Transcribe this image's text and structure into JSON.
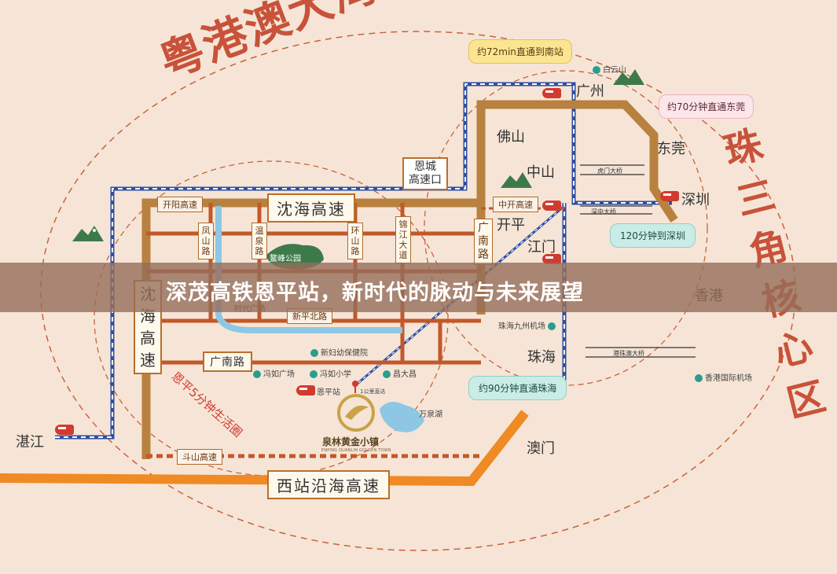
{
  "headline": "深茂高铁恩平站，新时代的脉动与未来展望",
  "regions": {
    "greater_bay_area": "粤港澳大湾区",
    "pearl_core": [
      "珠",
      "三",
      "角",
      "核",
      "心",
      "区"
    ]
  },
  "cities": {
    "guangzhou": "广州",
    "foshan": "佛山",
    "zhongshan": "中山",
    "dongguan": "东莞",
    "shenzhen": "深圳",
    "kaiping": "开平",
    "jiangmen": "江门",
    "hongkong": "香港",
    "zhuhai": "珠海",
    "macau": "澳门",
    "zhanjiang": "湛江"
  },
  "expressways": {
    "shenhai": "沈海高速",
    "shenhai_vertical": [
      "沈",
      "海",
      "高",
      "速"
    ],
    "xizhan_yanhai": "西站沿海高速",
    "guangnan_road": "广南路",
    "xinping_north": "新平北路",
    "kaiyang": "开阳高速",
    "zhongkai": "中开高速",
    "doushan": "斗山高速",
    "fengshan": [
      "凤",
      "山",
      "路"
    ],
    "wenquan": [
      "温",
      "泉",
      "路"
    ],
    "huanshan": [
      "环",
      "山",
      "路"
    ],
    "jinjiang": [
      "锦",
      "江",
      "大",
      "道"
    ],
    "guangnan_vertical": [
      "广",
      "南",
      "路"
    ],
    "humen_bridge": "虎门大桥",
    "shenzhong_bridge": "深中大桥",
    "hzm_bridge": "港珠澳大桥"
  },
  "gate": [
    "恩城",
    "高速口"
  ],
  "bubbles": {
    "guangzhou_time": "约72min直通到南站",
    "dongguan_time": "约70分钟直通东莞",
    "shenzhen_time": "120分钟到深圳",
    "zhuhai_time": "约90分钟直通珠海"
  },
  "ring_text": "恩平5分钟生活圈",
  "pois": {
    "baiyun_mountain": "白云山",
    "park": "鳌峰公园",
    "era_plaza": "时代广场",
    "maternal_hospital": "新妇幼保健院",
    "fengru_plaza": "冯如广场",
    "fengru_school": "冯如小学",
    "changdachang": "昌大昌",
    "enping_station": "恩平站",
    "distance_note": "1公里直达",
    "wanquan_lake": "万泉湖",
    "zhuhai_airport": "珠海九州机场",
    "hk_airport": "香港国际机场"
  },
  "project": {
    "name": "泉林黄金小镇",
    "english": "ENPING QUANLIN GOLDEN TOWN"
  },
  "colors": {
    "background": "#f6e5d6",
    "road_brown": "#b9813f",
    "road_dark": "#c2582a",
    "rail_blue": "#2d4fa3",
    "orange_expressway": "#f08a24",
    "river": "#8dc7e4",
    "ellipse": "#c9623d",
    "banner": "#966e5a"
  },
  "icons": [
    "train-icon",
    "mountain-icon",
    "airport-icon",
    "pin-icon"
  ]
}
